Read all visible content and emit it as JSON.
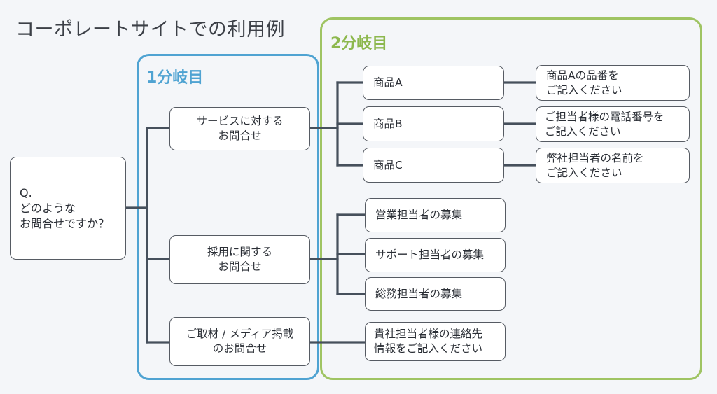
{
  "title": "コーポレートサイトでの利用例",
  "branch1": {
    "label": "1分岐目"
  },
  "branch2": {
    "label": "2分岐目"
  },
  "question": "Q.\nどのような\nお問合せですか？",
  "level1": [
    "サービスに対する\nお問合せ",
    "採用に関する\nお問合せ",
    "ご取材 / メディア掲載\nのお問合せ"
  ],
  "level2": [
    "商品A",
    "商品B",
    "商品C",
    "営業担当者の募集",
    "サポート担当者の募集",
    "総務担当者の募集",
    "貴社担当者様の連絡先\n情報をご記入ください"
  ],
  "level3": [
    "商品Aの品番を\nご記入ください",
    "ご担当者様の電話番号を\nご記入ください",
    "弊社担当者の名前を\nご記入ください"
  ],
  "colors": {
    "branch1": "#4fa3d2",
    "branch2": "#9fc463",
    "connector": "#46505c"
  }
}
